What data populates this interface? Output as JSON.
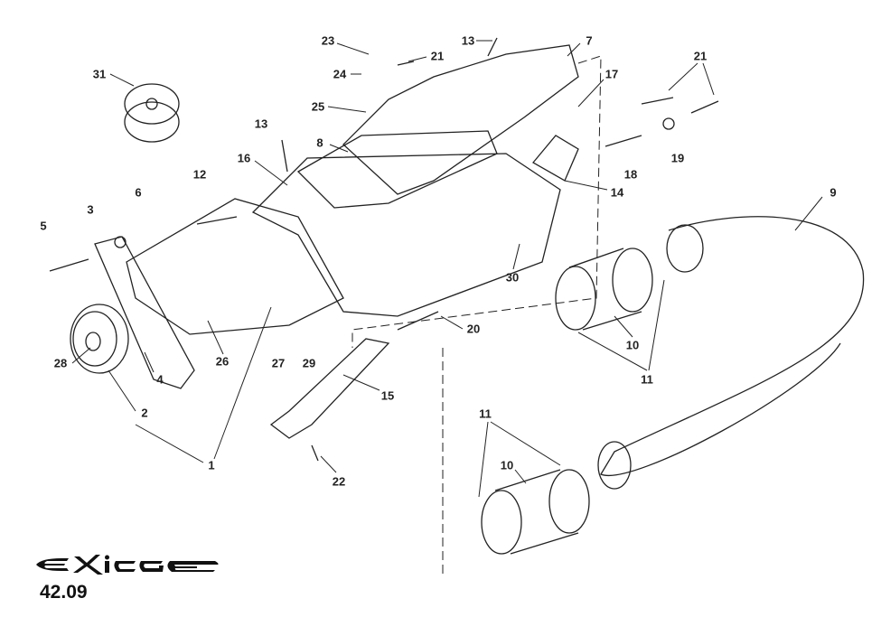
{
  "diagram": {
    "logo_text": "EXIGE",
    "page_number": "42.09",
    "callouts": [
      "31",
      "23",
      "13",
      "7",
      "21",
      "24",
      "21",
      "17",
      "25",
      "13",
      "8",
      "16",
      "18",
      "19",
      "14",
      "9",
      "12",
      "6",
      "3",
      "5",
      "30",
      "20",
      "10",
      "11",
      "28",
      "4",
      "26",
      "27",
      "29",
      "15",
      "2",
      "1",
      "22",
      "11",
      "10"
    ]
  }
}
